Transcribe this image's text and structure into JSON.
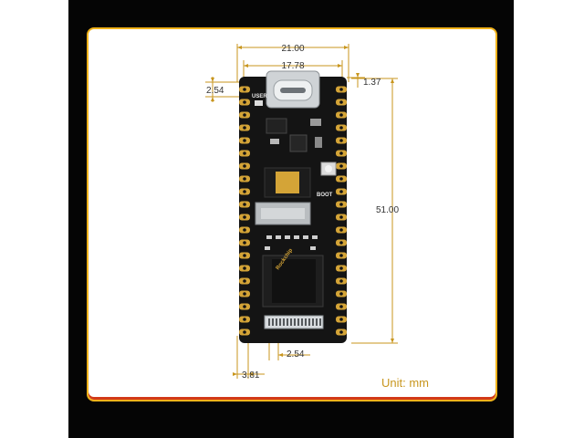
{
  "dimensions": {
    "board_width": "21.00",
    "pin_row_spacing": "17.78",
    "top_offset": "2.54",
    "edge_offset": "1.37",
    "board_length": "51.00",
    "pin_pitch": "2.54",
    "bottom_offset": "3.81"
  },
  "unit_label": "Unit: mm",
  "silkscreen": {
    "user": "USER",
    "boot": "BOOT",
    "chip_brand": "Rockchip"
  },
  "colors": {
    "frame": "#050505",
    "card_border": "#f0b21a",
    "accent_line": "#d23a18",
    "dimension_line": "#c8961e",
    "pcb": "#141414",
    "pad": "#d4a437"
  }
}
